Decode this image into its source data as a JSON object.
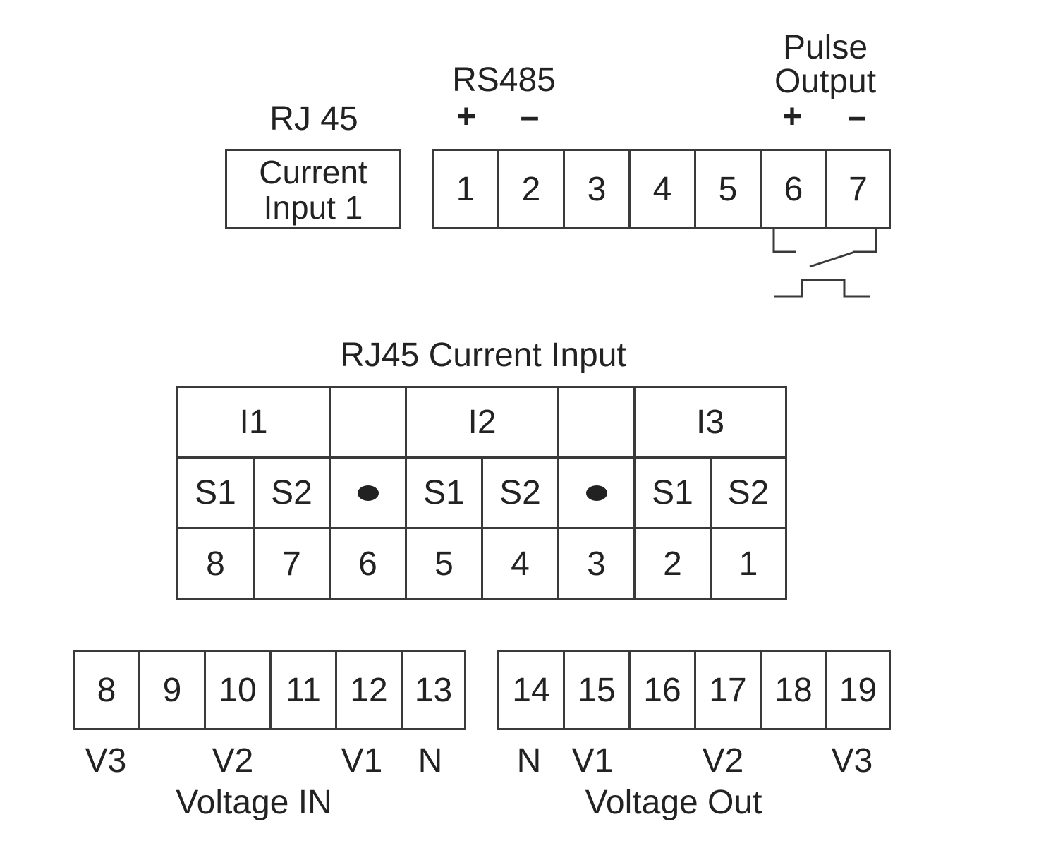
{
  "rj45_top": {
    "heading": "RJ 45",
    "box_line1": "Current",
    "box_line2": "Input 1"
  },
  "rs485": {
    "heading": "RS485",
    "plus": "+",
    "minus": "–"
  },
  "pulse_output": {
    "heading_line1": "Pulse",
    "heading_line2": "Output",
    "plus": "+",
    "minus": "–"
  },
  "top_terminals": [
    "1",
    "2",
    "3",
    "4",
    "5",
    "6",
    "7"
  ],
  "rj45_current_input": {
    "title": "RJ45 Current Input",
    "groups": [
      "I1",
      "",
      "I2",
      "",
      "I3"
    ],
    "signals": [
      "S1",
      "S2",
      "•",
      "S1",
      "S2",
      "•",
      "S1",
      "S2"
    ],
    "pins": [
      "8",
      "7",
      "6",
      "5",
      "4",
      "3",
      "2",
      "1"
    ]
  },
  "voltage_in": {
    "terminals": [
      "8",
      "9",
      "10",
      "11",
      "12",
      "13"
    ],
    "phase_labels": [
      "V3",
      "V2",
      "V1",
      "N"
    ],
    "caption": "Voltage IN"
  },
  "voltage_out": {
    "terminals": [
      "14",
      "15",
      "16",
      "17",
      "18",
      "19"
    ],
    "phase_labels": [
      "N",
      "V1",
      "V2",
      "V3"
    ],
    "caption": "Voltage Out"
  }
}
